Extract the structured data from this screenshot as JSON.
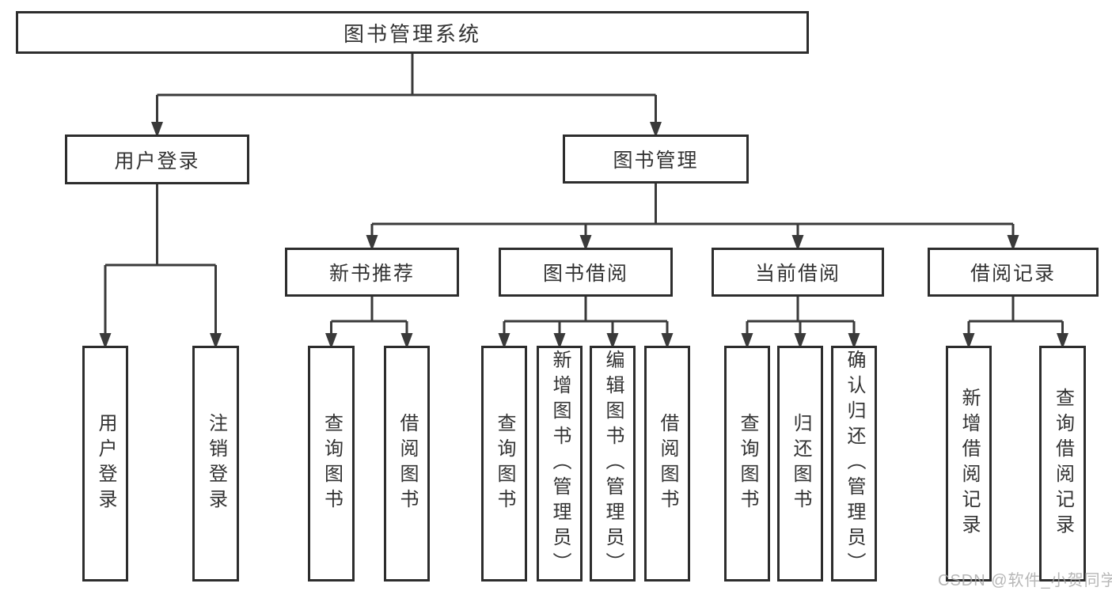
{
  "diagram": {
    "title": "图书管理系统",
    "watermark": "CSDN @软件_小贺同学",
    "colors": {
      "line": "#3a3a3a",
      "box_border": "#2d2d2d",
      "box_fill": "#ffffff",
      "text": "#333333",
      "watermark": "#a5a5a5"
    },
    "tree": {
      "id": "root",
      "label": "图书管理系统",
      "children": [
        {
          "id": "user-login",
          "label": "用户登录",
          "children": [
            {
              "id": "leaf-user-login",
              "label": "用户登录"
            },
            {
              "id": "leaf-logout",
              "label": "注销登录"
            }
          ]
        },
        {
          "id": "book-mgmt",
          "label": "图书管理",
          "children": [
            {
              "id": "new-book-rec",
              "label": "新书推荐",
              "children": [
                {
                  "id": "rec-query-book",
                  "label": "查询图书"
                },
                {
                  "id": "rec-borrow-book",
                  "label": "借阅图书"
                }
              ]
            },
            {
              "id": "book-borrow",
              "label": "图书借阅",
              "children": [
                {
                  "id": "borrow-query-book",
                  "label": "查询图书"
                },
                {
                  "id": "borrow-add-book",
                  "label": "新增图书（管理员）"
                },
                {
                  "id": "borrow-edit-book",
                  "label": "编辑图书（管理员）"
                },
                {
                  "id": "borrow-borrow-book",
                  "label": "借阅图书"
                }
              ]
            },
            {
              "id": "current-borrow",
              "label": "当前借阅",
              "children": [
                {
                  "id": "current-query-book",
                  "label": "查询图书"
                },
                {
                  "id": "current-return-book",
                  "label": "归还图书"
                },
                {
                  "id": "current-confirm-return",
                  "label": "确认归还（管理员）"
                }
              ]
            },
            {
              "id": "borrow-record",
              "label": "借阅记录",
              "children": [
                {
                  "id": "record-add",
                  "label": "新增借阅记录"
                },
                {
                  "id": "record-query",
                  "label": "查询借阅记录"
                }
              ]
            }
          ]
        }
      ]
    }
  }
}
